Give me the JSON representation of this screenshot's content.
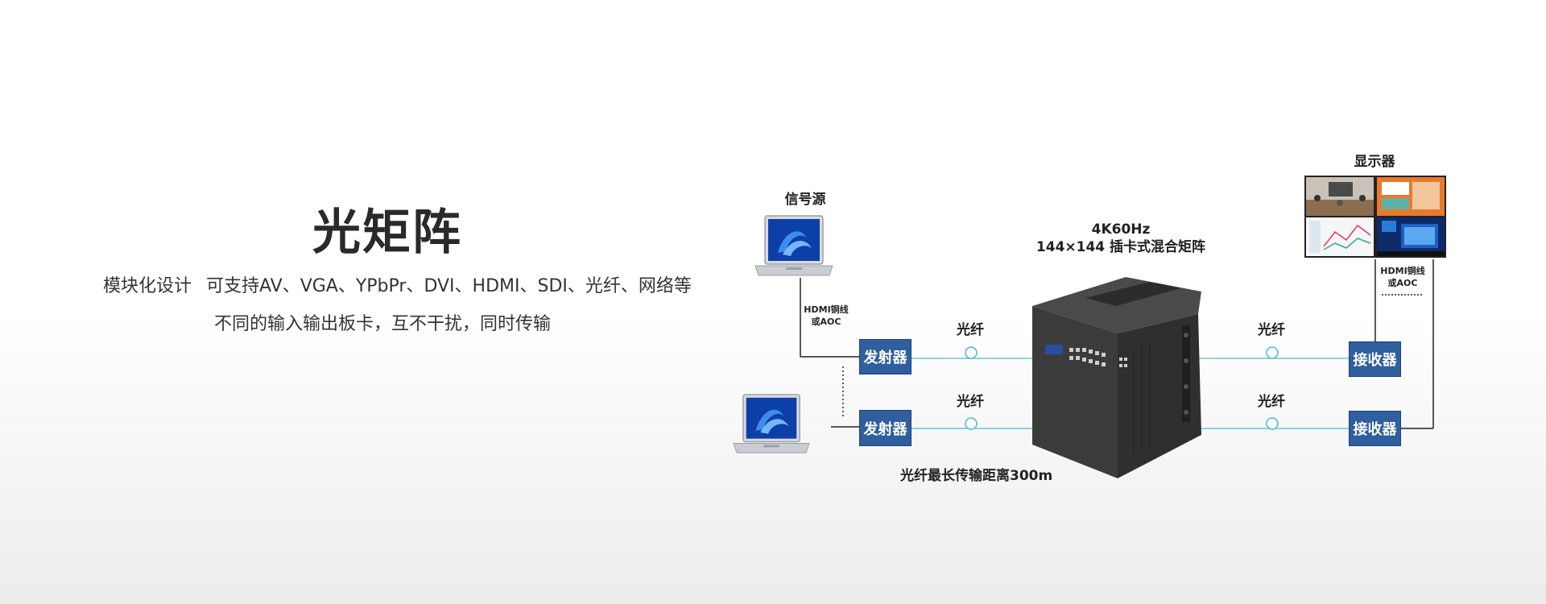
{
  "title": "光矩阵",
  "description": {
    "line1_part1": "模块化设计",
    "line1_part2": "可支持AV、VGA、YPbPr、DVI、HDMI、SDI、光纤、网络等",
    "line2": "不同的输入输出板卡，互不干扰，同时传输"
  },
  "diagram": {
    "source_label": "信号源",
    "display_label": "显示器",
    "matrix_label_line1": "4K60Hz",
    "matrix_label_line2": "144×144 插卡式混合矩阵",
    "cable_left_line1": "HDMI铜线",
    "cable_left_line2": "或AOC",
    "cable_right_line1": "HDMI铜线",
    "cable_right_line2": "或AOC",
    "fiber_label": "光纤",
    "transmitter_label": "发射器",
    "receiver_label": "接收器",
    "distance_label": "光纤最长传输距离300m",
    "colors": {
      "box": "#2f5f9e",
      "fiber_line": "#4fb9d6",
      "matrix": "#3a3a3a"
    }
  }
}
